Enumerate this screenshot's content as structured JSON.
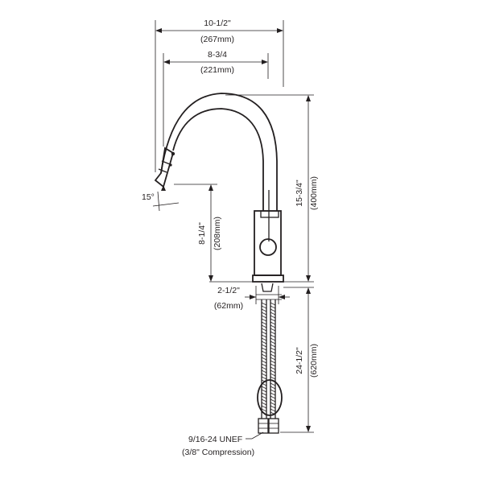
{
  "dimensions": {
    "overall_reach": {
      "imperial": "10-1/2\"",
      "metric": "(267mm)"
    },
    "spout_reach": {
      "imperial": "8-3/4",
      "metric": "(221mm)"
    },
    "spout_height": {
      "imperial": "8-1/4\"",
      "metric": "(208mm)"
    },
    "overall_height": {
      "imperial": "15-3/4\"",
      "metric": "(400mm)"
    },
    "hole_diameter": {
      "imperial": "2-1/2\"",
      "metric": "(62mm)"
    },
    "supply_line_length": {
      "imperial": "24-1/2\"",
      "metric": "(620mm)"
    },
    "spray_angle": "15°"
  },
  "connection": {
    "thread": "9/16-24 UNEF",
    "type": "(3/8\" Compression)"
  }
}
